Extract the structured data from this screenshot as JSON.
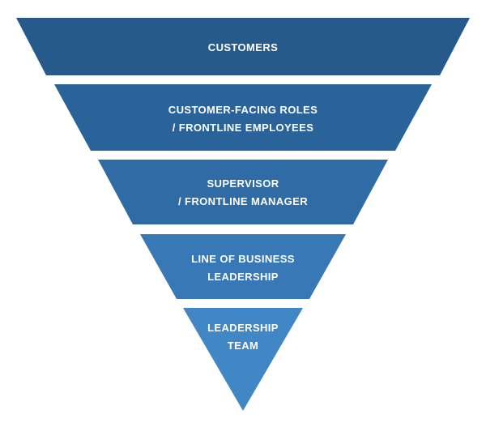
{
  "diagram": {
    "tiers": [
      {
        "lines": [
          "CUSTOMERS"
        ],
        "color": "#265a8a"
      },
      {
        "lines": [
          "CUSTOMER-FACING ROLES",
          "/ FRONTLINE EMPLOYEES"
        ],
        "color": "#2a6399"
      },
      {
        "lines": [
          "SUPERVISOR",
          "/ FRONTLINE MANAGER"
        ],
        "color": "#2f6ca6"
      },
      {
        "lines": [
          "LINE OF BUSINESS",
          "LEADERSHIP"
        ],
        "color": "#3878b6"
      },
      {
        "lines": [
          "LEADERSHIP",
          "TEAM"
        ],
        "color": "#4186c5"
      }
    ]
  }
}
